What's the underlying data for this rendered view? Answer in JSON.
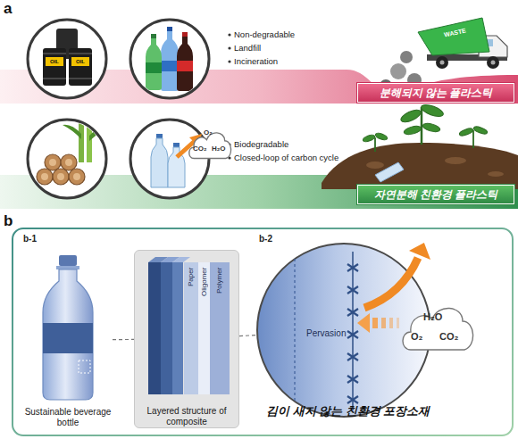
{
  "diagram": {
    "nodes": [
      {
        "text": [
          "분해되지 않는 플라스틱"
        ]
      },
      {
        "text": [
          "O₂",
          "CO₂",
          "H₂O"
        ]
      },
      {
        "text": [
          "자연분해 친환경 플라스틱"
        ]
      },
      {
        "text": [
          "Sustainable beverage bottle"
        ]
      },
      {
        "text": [
          "Layered structure of composite"
        ]
      },
      {
        "text": [
          "Paper"
        ],
        "in": 4
      },
      {
        "text": [
          "Oligomer"
        ],
        "in": 4
      },
      {
        "text": [
          "Polymer"
        ],
        "in": 4
      },
      {
        "text": [
          "Pervasion"
        ]
      },
      {
        "text": [
          "H₂O",
          "O₂",
          "CO₂"
        ]
      }
    ],
    "edges": [
      {
        "from": 3,
        "to": 4,
        "arrow": "none"
      },
      {
        "from": 4,
        "to": 8,
        "arrow": "none"
      }
    ],
    "labels": [
      "a",
      "Non-degradable",
      "Landfill",
      "Incineration",
      "OIL",
      "OIL",
      "WASTE",
      "Biodegradable",
      "Closed-loop of carbon cycle",
      "b",
      "b-1",
      "b-2",
      "김이 새지 않는 친환경 포장소재"
    ]
  }
}
